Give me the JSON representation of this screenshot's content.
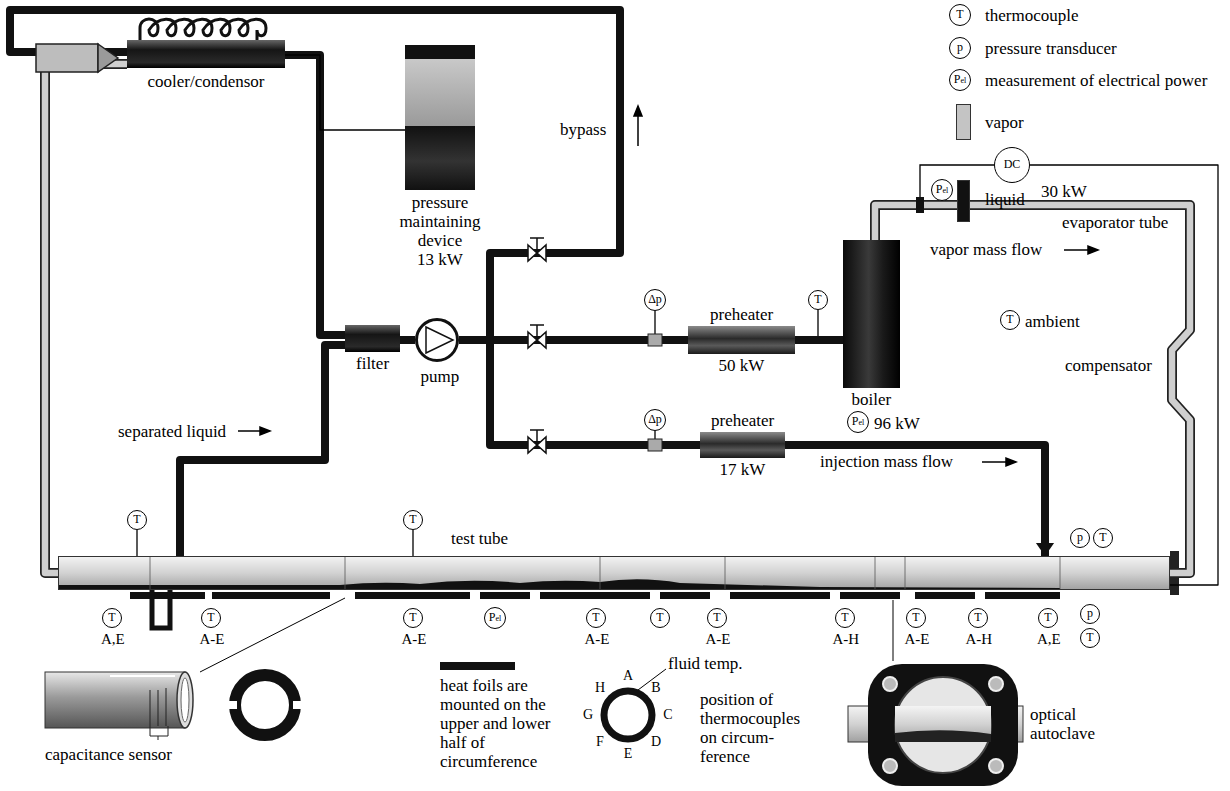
{
  "diagram": {
    "nodes": [
      {
        "text": [
          "cooler/condensor"
        ]
      },
      {
        "text": [
          "pressure maintaining device",
          "13 kW"
        ]
      },
      {
        "text": [
          "filter"
        ]
      },
      {
        "text": [
          "pump"
        ]
      },
      {
        "text": [
          "Δp"
        ]
      },
      {
        "text": [
          "preheater",
          "50 kW"
        ]
      },
      {
        "text": [
          "T"
        ]
      },
      {
        "text": [
          "boiler"
        ]
      },
      {
        "text": [
          "Pel",
          "96 kW"
        ]
      },
      {
        "text": [
          "DC",
          "30 kW"
        ]
      },
      {
        "text": [
          "Pel"
        ]
      },
      {
        "text": [
          "T",
          "ambient"
        ]
      },
      {
        "text": [
          "Δp"
        ]
      },
      {
        "text": [
          "preheater",
          "17 kW"
        ]
      },
      {
        "text": [
          "p"
        ]
      },
      {
        "text": [
          "T"
        ]
      },
      {
        "text": [
          "test tube"
        ]
      },
      {
        "text": [
          "T"
        ]
      },
      {
        "text": [
          "T"
        ]
      },
      {
        "text": [
          "T",
          "A,E"
        ]
      },
      {
        "text": [
          "T",
          "A-E"
        ]
      },
      {
        "text": [
          "T",
          "A-E"
        ]
      },
      {
        "text": [
          "Pel"
        ]
      },
      {
        "text": [
          "T",
          "A-E"
        ]
      },
      {
        "text": [
          "T"
        ]
      },
      {
        "text": [
          "T",
          "A-E"
        ]
      },
      {
        "text": [
          "T",
          "A-H"
        ]
      },
      {
        "text": [
          "T",
          "A-E"
        ]
      },
      {
        "text": [
          "T",
          "A-H"
        ]
      },
      {
        "text": [
          "T",
          "A,E"
        ]
      },
      {
        "text": [
          "p"
        ]
      },
      {
        "text": [
          "T"
        ]
      }
    ],
    "edges": [
      {
        "from": 0,
        "to": 2,
        "arrow": "none"
      },
      {
        "from": 1,
        "to": 0,
        "arrow": "none"
      },
      {
        "from": 2,
        "to": 3,
        "arrow": "none"
      },
      {
        "from": 3,
        "to": 5,
        "arrow": "none"
      },
      {
        "from": 5,
        "to": 7,
        "arrow": "none"
      },
      {
        "from": 7,
        "to": 16,
        "arrow": "none"
      },
      {
        "from": 3,
        "to": 13,
        "arrow": "none"
      },
      {
        "from": 13,
        "to": 16,
        "arrow": "to"
      },
      {
        "from": 16,
        "to": 2,
        "arrow": "none"
      },
      {
        "from": 16,
        "to": 0,
        "arrow": "none"
      },
      {
        "from": 3,
        "to": 0,
        "arrow": "none"
      },
      {
        "from": 9,
        "to": 16,
        "arrow": "none"
      },
      {
        "from": 17,
        "to": 16,
        "arrow": "none"
      },
      {
        "from": 18,
        "to": 16,
        "arrow": "none"
      }
    ],
    "labels": [
      "bypass",
      "vapor mass flow",
      "evaporator tube",
      "compensator",
      "injection mass flow",
      "separated liquid",
      "T",
      "p",
      "Pel",
      "capacitance sensor",
      "heat foils are mounted on the upper and lower half of circumference",
      "A",
      "B",
      "C",
      "D",
      "E",
      "F",
      "G",
      "H",
      "fluid temp.",
      "position of thermocouples on circum- ference",
      "optical autoclave"
    ],
    "legend": [
      {
        "text": "thermocouple"
      },
      {
        "text": "pressure transducer"
      },
      {
        "text": "measurement of electrical power"
      },
      {
        "text": "vapor",
        "color": "#c4c4c4"
      },
      {
        "text": "liquid",
        "color": "#111111"
      }
    ]
  }
}
